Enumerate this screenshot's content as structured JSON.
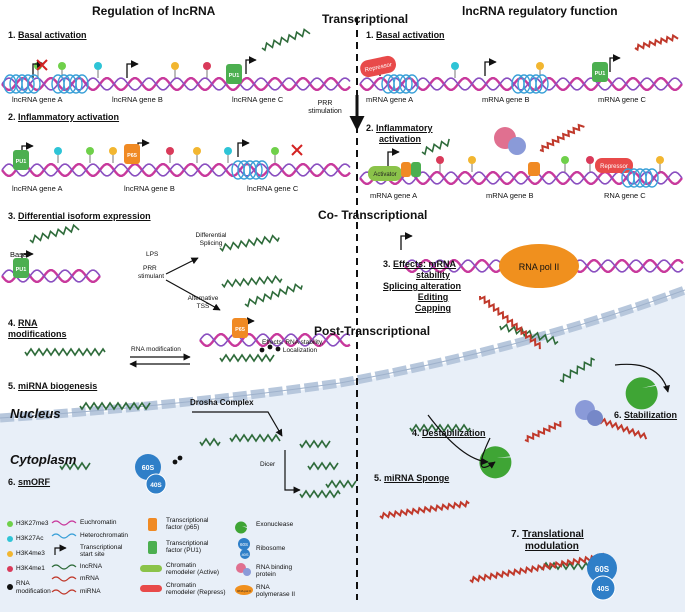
{
  "headers": {
    "left": "Regulation of lncRNA",
    "right": "lncRNA regulatory function"
  },
  "sections": {
    "transcriptional": "Transcriptional",
    "co_transcriptional": "Co- Transcriptional",
    "post_transcriptional": "Post-Transcriptional"
  },
  "compartments": {
    "nucleus": "Nucleus",
    "cytoplasm": "Cytoplasm"
  },
  "left_steps": {
    "s1_num": "1.",
    "s1": "Basal activation",
    "s2_num": "2.",
    "s2": "Inflammatory activation",
    "s3_num": "3.",
    "s3": "Differential isoform expression",
    "s4_num": "4.",
    "s4_line1": "RNA",
    "s4_line2": "modifications",
    "s5_num": "5.",
    "s5": "miRNA biogenesis",
    "s6_num": "6.",
    "s6": "smORF"
  },
  "right_steps": {
    "s1_num": "1.",
    "s1": "Basal activation",
    "s2_num": "2.",
    "s2_line1": "Inflammatory",
    "s2_line2": "activation",
    "s3_num": "3.",
    "s3_line1": "Effects: mRNA",
    "s3_line2": "stability",
    "s3_line3": "Splicing alteration",
    "s3_line4": "Editing",
    "s3_line5": "Capping",
    "s4_num": "4.",
    "s4": "Destabilization",
    "s5_num": "5.",
    "s5": "miRNA Sponge",
    "s6_num": "6.",
    "s6": "Stabilization",
    "s7_num": "7.",
    "s7_line1": "Translational",
    "s7_line2": "modulation"
  },
  "gene_labels": {
    "l1a": "lncRNA gene A",
    "l1b": "lncRNA gene B",
    "l1c": "lncRNA gene C",
    "l2a": "lncRNA gene A",
    "l2b": "lncRNA gene B",
    "l2c": "lncRNA gene C",
    "r1a": "mRNA gene A",
    "r1b": "mRNA gene B",
    "r1c": "mRNA gene C",
    "r2a": "mRNA gene A",
    "r2b": "mRNA gene B",
    "r2c": "RNA gene C"
  },
  "annotations": {
    "prr_line1": "PRR",
    "prr_line2": "stimulation",
    "basal": "Basal",
    "lps": "LPS",
    "prr_stimulant_line1": "PRR",
    "prr_stimulant_line2": "stimulant",
    "diff_splicing_line1": "Differential",
    "diff_splicing_line2": "Splicing",
    "alt_tss_line1": "Alternative",
    "alt_tss_line2": "TSS",
    "rna_modification": "RNA modification",
    "effects_line1": "Effects: RNA stability,",
    "effects_line2": "Localization",
    "drosha": "Drosha Complex",
    "dicer": "Dicer",
    "rna_pol": "RNA pol II",
    "pu1": "PU1",
    "p65": "P65",
    "repressor": "Repressor",
    "activator": "Activator",
    "ribo_60s": "60S",
    "ribo_40s": "40S"
  },
  "legend": {
    "h3k27me3": "H3K27me3",
    "h3k27ac": "H3K27Ac",
    "h3k4me3": "H3K4me3",
    "h3k4me1": "H3K4me1",
    "rna_mod_line1": "RNA",
    "rna_mod_line2": "modification",
    "euchromatin": "Euchromatin",
    "heterochromatin": "Heterochromatin",
    "tss_line1": "Transcriptional",
    "tss_line2": "start site",
    "lncrna": "lncRNA",
    "mrna": "mRNA",
    "mirna": "miRNA",
    "tf_p65_line1": "Transcriptional",
    "tf_p65_line2": "factor (p65)",
    "tf_pu1_line1": "Transcriptional",
    "tf_pu1_line2": "factor (PU1)",
    "remodeler_active_line1": "Chromatin",
    "remodeler_active_line2": "remodeler (Active)",
    "remodeler_repress_line1": "Chromatin",
    "remodeler_repress_line2": "remodeler (Repress)",
    "exonuclease": "Exonuclease",
    "ribosome": "Ribosome",
    "rbp_line1": "RNA binding",
    "rbp_line2": "protein",
    "polii_line1": "RNA",
    "polii_line2": "polymerase II",
    "icon_60s": "60S",
    "icon_40s": "40S",
    "icon_polii": "RNA pol II"
  },
  "colors": {
    "dna_pink": "#c8399c",
    "dna_purple": "#8a4fc0",
    "heterochromatin": "#3aa0d8",
    "pu1_green": "#4caf50",
    "p65_orange": "#f08a24",
    "repressor_red": "#e84a4a",
    "activator_green": "#8bc34a",
    "ribosome_blue": "#2f7fc8",
    "exonuclease_green": "#3fa535",
    "rbp_purple": "#8a9ad8",
    "rbp_pink": "#e07090",
    "pol_orange": "#f0901e",
    "cytoplasm_bg": "#e6eef8",
    "mark_green": "#6fd04a",
    "mark_cyan": "#2ec4d6",
    "mark_yellow": "#f2b630",
    "mark_red": "#d93a5a"
  }
}
